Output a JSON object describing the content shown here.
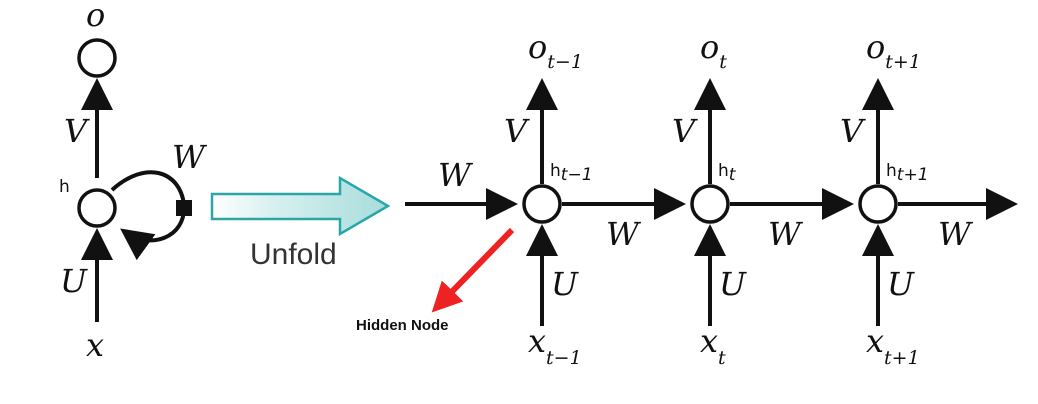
{
  "colors": {
    "ink": "#111111",
    "unfold_arrow_fill": "#bfe6e6",
    "unfold_arrow_stroke": "#2aa6a6",
    "pointer_arrow": "#ee2222"
  },
  "folded": {
    "output": "o",
    "hidden": "h",
    "input": "x",
    "weight_out": "V",
    "weight_recurrent": "W",
    "weight_in": "U"
  },
  "unfold_label": "Unfold",
  "hidden_node_label": "Hidden Node",
  "unfolded": {
    "incoming_weight": "W",
    "steps": [
      {
        "base_o": "o",
        "sub_o": "t−1",
        "base_h": "h",
        "sub_h": "t−1",
        "base_x": "x",
        "sub_x": "t−1",
        "out_weight": "V",
        "in_weight": "U",
        "next_weight": "W"
      },
      {
        "base_o": "o",
        "sub_o": "t",
        "base_h": "h",
        "sub_h": "t",
        "base_x": "x",
        "sub_x": "t",
        "out_weight": "V",
        "in_weight": "U",
        "next_weight": "W"
      },
      {
        "base_o": "o",
        "sub_o": "t+1",
        "base_h": "h",
        "sub_h": "t+1",
        "base_x": "x",
        "sub_x": "t+1",
        "out_weight": "V",
        "in_weight": "U",
        "next_weight": "W"
      }
    ]
  }
}
